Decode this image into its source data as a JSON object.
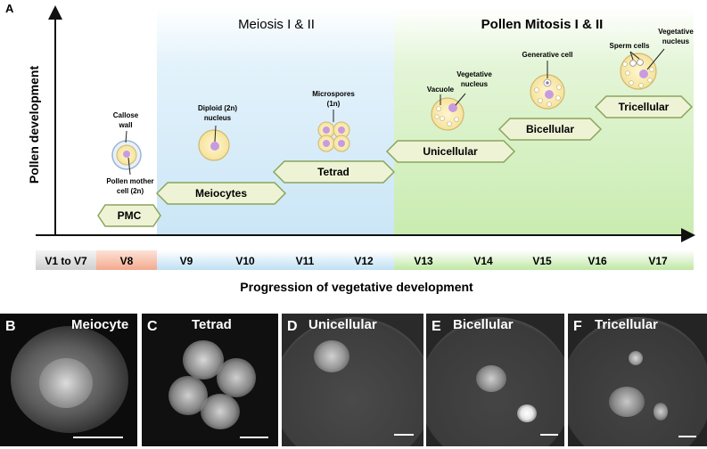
{
  "panel_a": {
    "letter": "A",
    "y_axis_label": "Pollen development",
    "x_axis_label": "Progression of vegetative development",
    "phase_titles": [
      "Meiosis I & II",
      "Pollen Mitosis I & II"
    ],
    "stages": [
      "V1 to V7",
      "V8",
      "V9",
      "V10",
      "V11",
      "V12",
      "V13",
      "V14",
      "V15",
      "V16",
      "V17"
    ],
    "stage_colors": [
      "#d9d9d9",
      "#f4b6a0",
      "#cfe7f5",
      "#cfe7f5",
      "#cfe7f5",
      "#cfe7f5",
      "#cfeec0",
      "#cfeec0",
      "#cfeec0",
      "#cfeec0",
      "#cfeec0"
    ],
    "steps": [
      "PMC",
      "Meiocytes",
      "Tetrad",
      "Unicellular",
      "Bicellular",
      "Tricellular"
    ],
    "annotations": {
      "callose_wall_1": "Callose",
      "callose_wall_2": "wall",
      "pmc_1": "Pollen mother",
      "pmc_2": "cell (2n)",
      "diploid_1": "Diploid (2n)",
      "diploid_2": "nucleus",
      "microspores_1": "Microspores",
      "microspores_2": "(1n)",
      "vacuole": "Vacuole",
      "veg_nucleus_1_1": "Vegetative",
      "veg_nucleus_1_2": "nucleus",
      "generative": "Generative cell",
      "sperm": "Sperm cells",
      "veg_nucleus_2_1": "Vegetative",
      "veg_nucleus_2_2": "nucleus"
    }
  },
  "micrographs": [
    {
      "letter": "B",
      "title": "Meiocyte"
    },
    {
      "letter": "C",
      "title": "Tetrad"
    },
    {
      "letter": "D",
      "title": "Unicellular"
    },
    {
      "letter": "E",
      "title": "Bicellular"
    },
    {
      "letter": "F",
      "title": "Tricellular"
    }
  ],
  "colors": {
    "meiosis_band": "#d6ecf9",
    "mitosis_band": "#d3efc0",
    "hexagon_fill": "#eef3d6",
    "hexagon_stroke": "#8aa55a",
    "cell_fill": "#fbf2c8",
    "nucleus": "#c79be0"
  }
}
